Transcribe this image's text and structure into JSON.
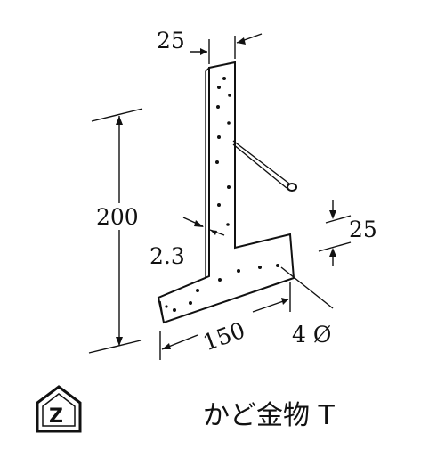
{
  "dimensions": {
    "top_width": "25",
    "height": "200",
    "thickness": "2.3",
    "flange_height": "25",
    "base_length": "150",
    "hole_diameter": "4 Ø"
  },
  "product_name": "かど金物 T",
  "logo_letter": "Z"
}
